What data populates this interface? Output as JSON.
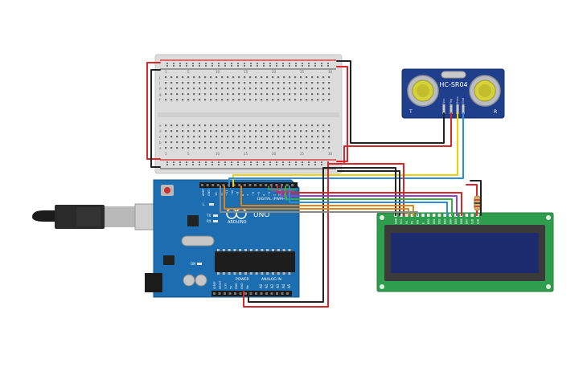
{
  "breadboard": {
    "column_numbers": [
      "1",
      "5",
      "10",
      "15",
      "20",
      "25",
      "30"
    ],
    "row_letters_top": [
      "j",
      "i",
      "h",
      "g",
      "f"
    ],
    "row_letters_bottom": [
      "e",
      "d",
      "c",
      "b",
      "a"
    ]
  },
  "sensor": {
    "model": "HC-SR04",
    "corner_left": "T",
    "corner_right": "R",
    "pins": [
      "Vcc",
      "Trig",
      "Echo",
      "Gnd"
    ]
  },
  "arduino": {
    "model": "UNO",
    "brand": "ARDUINO",
    "aref_labels": [
      "AREF",
      "GND"
    ],
    "pin_numbers": [
      "13",
      "12",
      "~11",
      "~10",
      "~9",
      "8",
      "7",
      "~6",
      "~5",
      "4",
      "~3",
      "2",
      "TX 1",
      "RX 0"
    ],
    "digital_label": "DIGITAL (PWM~)",
    "power_label": "POWER",
    "analog_label": "ANALOG IN",
    "power_pins": [
      "IOREF",
      "RESET",
      "3.3V",
      "5V",
      "GND",
      "GND",
      "Vin"
    ],
    "analog_pins": [
      "A0",
      "A1",
      "A2",
      "A3",
      "A4",
      "A5"
    ],
    "led_labels": [
      "L",
      "TX",
      "RX",
      "ON"
    ]
  },
  "lcd": {
    "pins": [
      "GND",
      "VCC",
      "V0",
      "RS",
      "RW",
      "E",
      "DB0",
      "DB1",
      "DB2",
      "DB3",
      "DB4",
      "DB5",
      "DB6",
      "DB7",
      "LED",
      "LED"
    ]
  },
  "colors": {
    "wire_red": "#d9262a",
    "wire_black": "#222222",
    "wire_orange": "#e8820e",
    "wire_yellow": "#f0d000",
    "wire_green": "#3daa3d",
    "wire_blue": "#2a8fd8",
    "wire_purple": "#9b3fc0",
    "wire_gray": "#8a8a8a",
    "board_blue": "#1d6eb0",
    "lcd_green": "#2e9e4e",
    "lcd_screen": "#1c2a6e"
  }
}
